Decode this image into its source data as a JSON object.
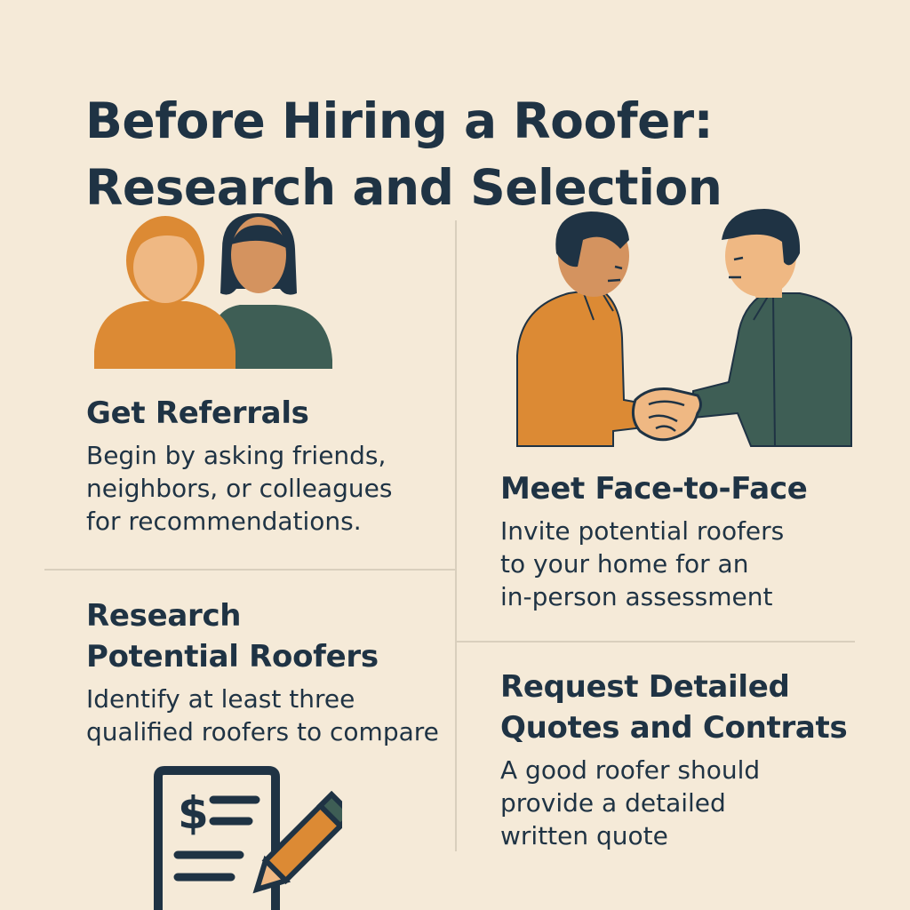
{
  "title": {
    "line1": "Before Hiring a Roofer:",
    "line2": "Research and Selection"
  },
  "sections": [
    {
      "id": "referrals",
      "heading_lines": [
        "Get Referrals"
      ],
      "body_lines": [
        "Begin by asking friends,",
        "neighbors, or colleagues",
        "for recommendations."
      ],
      "icon": "people-icon"
    },
    {
      "id": "research",
      "heading_lines": [
        "Research",
        "Potential Roofers"
      ],
      "body_lines": [
        "Identify at least three",
        "qualified roofers to compare"
      ],
      "icon": "quote-document-icon"
    },
    {
      "id": "meet",
      "heading_lines": [
        "Meet Face-to-Face"
      ],
      "body_lines": [
        "Invite potential roofers",
        "to your home for an",
        "in-person assessment"
      ],
      "icon": "handshake-icon"
    },
    {
      "id": "quotes",
      "heading_lines": [
        "Request Detailed",
        "Quotes and Contrats"
      ],
      "body_lines": [
        "A good roofer should",
        "provide a detailed",
        "written quote"
      ],
      "icon": "pencil-icon"
    }
  ],
  "colors": {
    "background": "#f5ead8",
    "text": "#1f3344",
    "orange": "#dc8a34",
    "teal": "#3e5e55",
    "skin_light": "#efb883",
    "skin_dark": "#d4935f",
    "hair": "#1f3344"
  }
}
